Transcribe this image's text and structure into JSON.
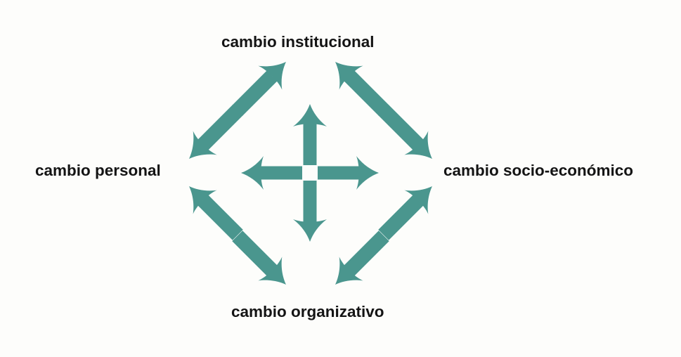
{
  "labels": {
    "top": "cambio institucional",
    "left": "cambio personal",
    "right": "cambio socio-económico",
    "bottom": "cambio organizativo"
  },
  "colors": {
    "arrow": "#4a968e",
    "text": "#141414",
    "background": "#fdfdfb"
  }
}
